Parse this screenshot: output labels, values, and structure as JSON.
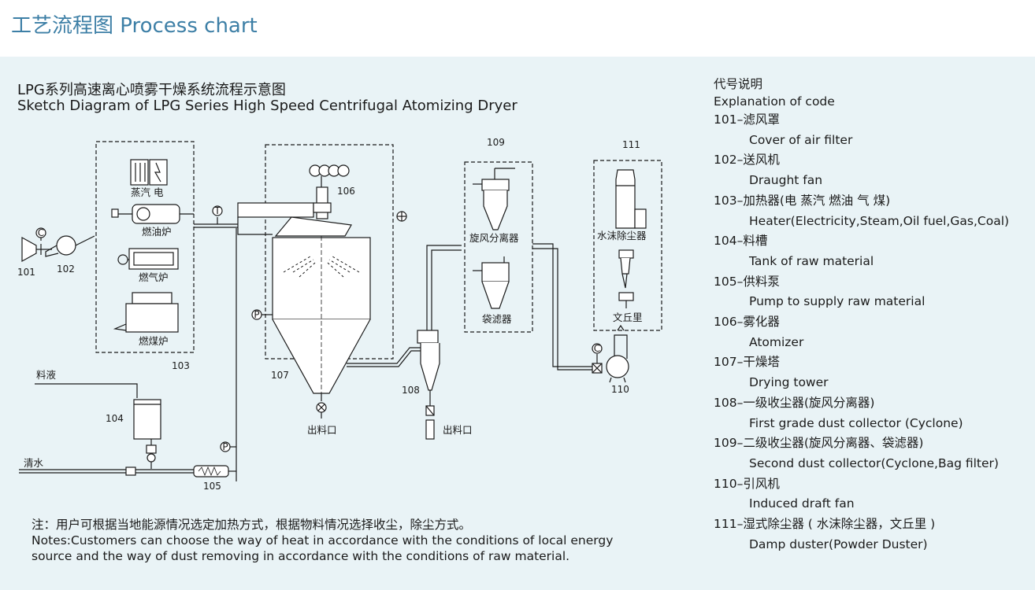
{
  "header": {
    "title": "工艺流程图  Process chart"
  },
  "diagram": {
    "title": "LPG系列高速离心喷雾干燥系统流程示意图",
    "subtitle": "Sketch Diagram of LPG Series High Speed Centrifugal Atomizing Dryer",
    "labels": {
      "n101": "101",
      "n102": "102",
      "n103": "103",
      "n104": "104",
      "n105": "105",
      "n106": "106",
      "n107": "107",
      "n108": "108",
      "n109": "109",
      "n110": "110",
      "n111": "111",
      "steam_elec": "蒸汽 电",
      "oil_furnace": "燃油炉",
      "gas_furnace": "燃气炉",
      "coal_furnace": "燃煤炉",
      "feed_liquid": "料液",
      "clean_water": "清水",
      "outlet_1": "出料口",
      "outlet_2": "出料口",
      "cyclone": "旋风分离器",
      "bag_filter": "袋滤器",
      "water_duster": "水沫除尘器",
      "venturi": "文丘里",
      "gauge_t": "T",
      "gauge_p1": "P",
      "gauge_p2": "P",
      "gauge_c1": "C",
      "gauge_c2": "C"
    }
  },
  "legend": {
    "head_cn": "代号说明",
    "head_en": "Explanation of code",
    "items": [
      {
        "code": "101–滤风罩",
        "en": "Cover of air filter"
      },
      {
        "code": "102–送风机",
        "en": "Draught fan"
      },
      {
        "code": "103–加热器(电 蒸汽 燃油 气 煤)",
        "en": "Heater(Electricity,Steam,Oil fuel,Gas,Coal)"
      },
      {
        "code": "104–料槽",
        "en": "Tank of raw material"
      },
      {
        "code": "105–供料泵",
        "en": "Pump to supply raw material"
      },
      {
        "code": "106–雾化器",
        "en": "Atomizer"
      },
      {
        "code": "107–干燥塔",
        "en": "Drying tower"
      },
      {
        "code": "108–一级收尘器(旋风分离器)",
        "en": "First grade dust collector (Cyclone)"
      },
      {
        "code": "109–二级收尘器(旋风分离器、袋滤器)",
        "en": "Second dust collector(Cyclone,Bag filter)"
      },
      {
        "code": "110–引风机",
        "en": "Induced draft fan"
      },
      {
        "code": "111–湿式除尘器 ( 水沫除尘器，文丘里 )",
        "en": "Damp duster(Powder Duster)"
      }
    ]
  },
  "notes": {
    "cn": "注：用户可根据当地能源情况选定加热方式，根据物料情况选择收尘，除尘方式。",
    "en1": "Notes:Customers can choose the way of heat in accordance with the conditions of local energy",
    "en2": "source and the way of dust removing in accordance with the conditions of raw material."
  },
  "colors": {
    "accent": "#3d7fa6",
    "panel": "#e9f3f6",
    "ink": "#1a1a1a"
  }
}
